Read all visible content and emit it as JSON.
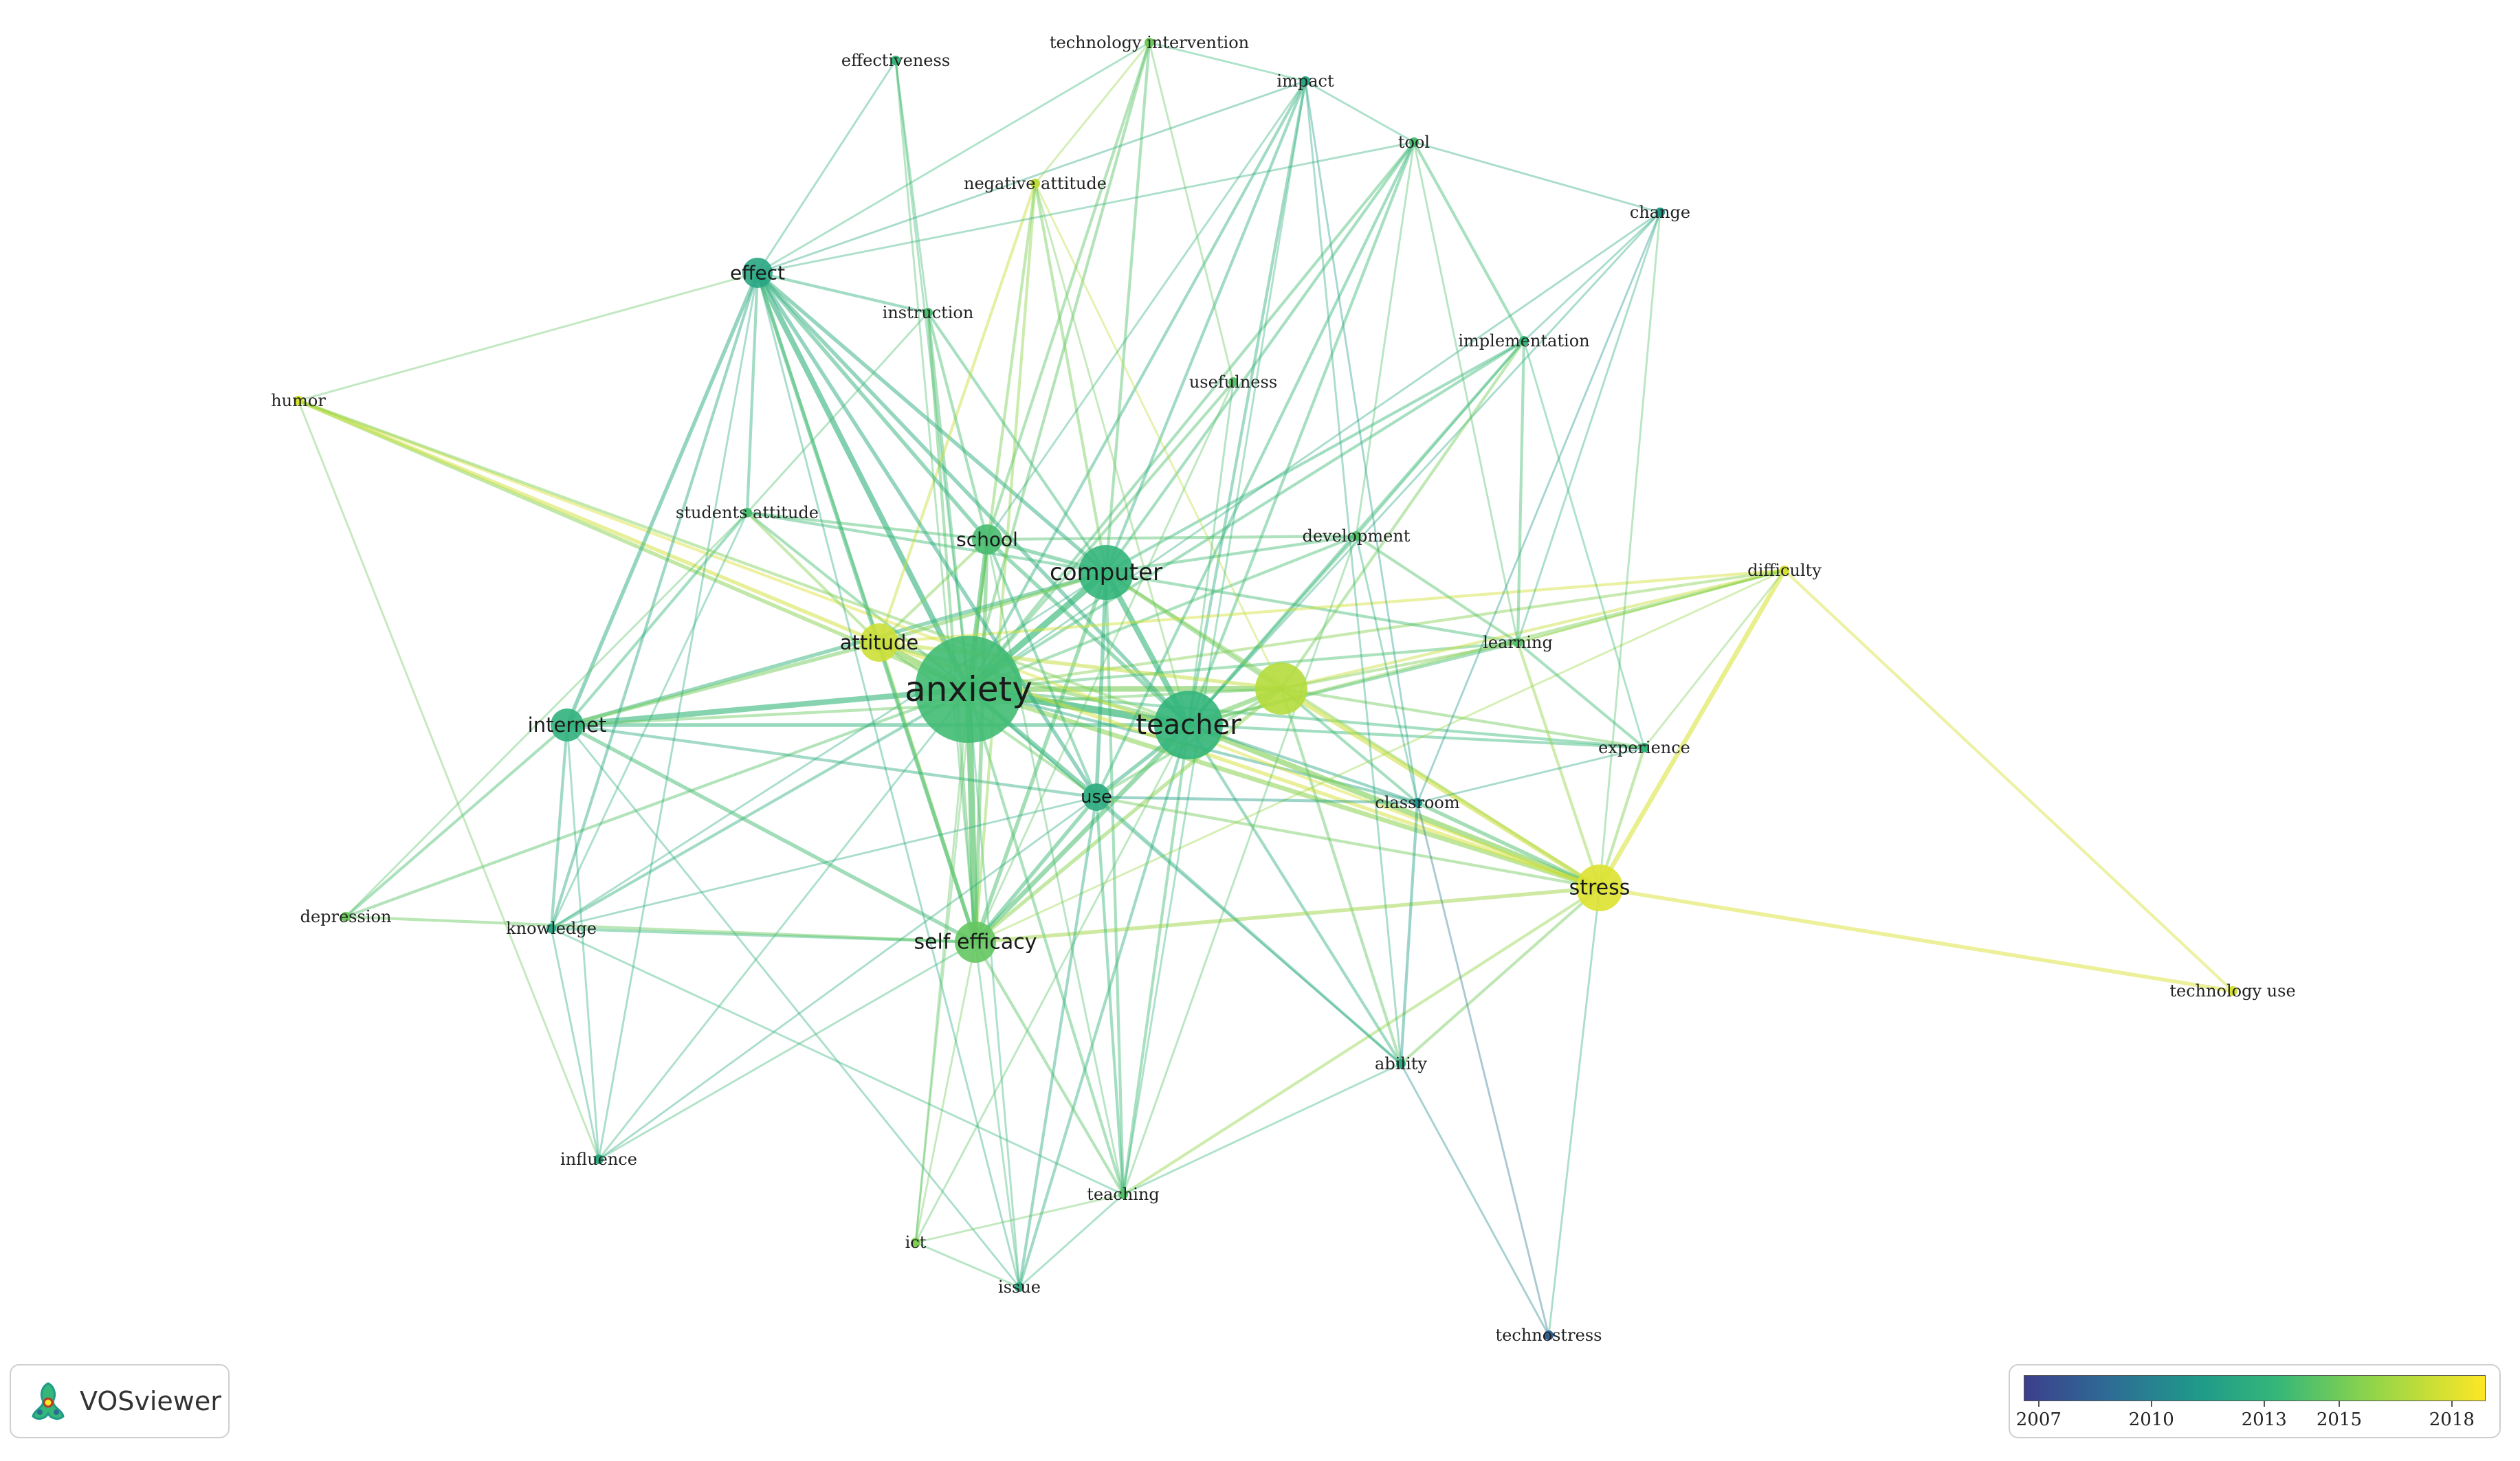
{
  "app": {
    "name": "VOSviewer",
    "logo_icon": "vosviewer-logo-icon"
  },
  "nodes": [
    {
      "id": "technology intervention",
      "label": "technology intervention",
      "year": 2015.6,
      "weight": 1
    },
    {
      "id": "effectiveness",
      "label": "effectiveness",
      "year": 2014.0,
      "weight": 1
    },
    {
      "id": "impact",
      "label": "impact",
      "year": 2012.5,
      "weight": 1
    },
    {
      "id": "tool",
      "label": "tool",
      "year": 2014.5,
      "weight": 1
    },
    {
      "id": "negative attitude",
      "label": "negative attitude",
      "year": 2017.5,
      "weight": 1
    },
    {
      "id": "change",
      "label": "change",
      "year": 2011.5,
      "weight": 1
    },
    {
      "id": "effect",
      "label": "effect",
      "year": 2012.5,
      "weight": 3
    },
    {
      "id": "instruction",
      "label": "instruction",
      "year": 2014.5,
      "weight": 1
    },
    {
      "id": "implementation",
      "label": "implementation",
      "year": 2014.0,
      "weight": 1
    },
    {
      "id": "humor",
      "label": "humor",
      "year": 2018.0,
      "weight": 1
    },
    {
      "id": "usefulness",
      "label": "usefulness",
      "year": 2015.0,
      "weight": 1
    },
    {
      "id": "students attitude",
      "label": "students attitude",
      "year": 2014.5,
      "weight": 1
    },
    {
      "id": "school",
      "label": "school",
      "year": 2014.5,
      "weight": 3
    },
    {
      "id": "computer",
      "label": "computer",
      "year": 2013.8,
      "weight": 6
    },
    {
      "id": "development",
      "label": "development",
      "year": 2014.8,
      "weight": 1
    },
    {
      "id": "difficulty",
      "label": "difficulty",
      "year": 2018.0,
      "weight": 1
    },
    {
      "id": "attitude",
      "label": "attitude",
      "year": 2017.8,
      "weight": 4
    },
    {
      "id": "anxiety",
      "label": "anxiety",
      "year": 2014.3,
      "weight": 22
    },
    {
      "id": "teacher",
      "label": "teacher",
      "year": 2013.8,
      "weight": 10
    },
    {
      "id": "unlabeled-yellow",
      "label": "",
      "year": 2017.3,
      "weight": 7
    },
    {
      "id": "learning",
      "label": "learning",
      "year": 2014.8,
      "weight": 1
    },
    {
      "id": "internet",
      "label": "internet",
      "year": 2013.5,
      "weight": 3
    },
    {
      "id": "experience",
      "label": "experience",
      "year": 2013.8,
      "weight": 1
    },
    {
      "id": "use",
      "label": "use",
      "year": 2013.0,
      "weight": 3
    },
    {
      "id": "classroom",
      "label": "classroom",
      "year": 2011.0,
      "weight": 1
    },
    {
      "id": "stress",
      "label": "stress",
      "year": 2018.2,
      "weight": 6
    },
    {
      "id": "depression",
      "label": "depression",
      "year": 2015.5,
      "weight": 1
    },
    {
      "id": "knowledge",
      "label": "knowledge",
      "year": 2012.5,
      "weight": 1
    },
    {
      "id": "self efficacy",
      "label": "self efficacy",
      "year": 2015.3,
      "weight": 6
    },
    {
      "id": "technology use",
      "label": "technology use",
      "year": 2018.0,
      "weight": 1
    },
    {
      "id": "ability",
      "label": "ability",
      "year": 2013.0,
      "weight": 1
    },
    {
      "id": "influence",
      "label": "influence",
      "year": 2013.0,
      "weight": 1
    },
    {
      "id": "teaching",
      "label": "teaching",
      "year": 2014.8,
      "weight": 1
    },
    {
      "id": "ict",
      "label": "ict",
      "year": 2016.0,
      "weight": 1
    },
    {
      "id": "issue",
      "label": "issue",
      "year": 2013.0,
      "weight": 1
    },
    {
      "id": "technostress",
      "label": "technostress",
      "year": 2008.5,
      "weight": 1
    }
  ],
  "edges": [
    [
      "anxiety",
      "computer",
      6
    ],
    [
      "anxiety",
      "teacher",
      7
    ],
    [
      "anxiety",
      "attitude",
      5
    ],
    [
      "anxiety",
      "internet",
      5
    ],
    [
      "anxiety",
      "self efficacy",
      6
    ],
    [
      "anxiety",
      "use",
      4
    ],
    [
      "anxiety",
      "school",
      4
    ],
    [
      "anxiety",
      "effect",
      5
    ],
    [
      "anxiety",
      "stress",
      4
    ],
    [
      "anxiety",
      "unlabeled-yellow",
      5
    ],
    [
      "anxiety",
      "humor",
      3
    ],
    [
      "anxiety",
      "students attitude",
      2
    ],
    [
      "anxiety",
      "instruction",
      2
    ],
    [
      "anxiety",
      "development",
      2
    ],
    [
      "anxiety",
      "learning",
      2
    ],
    [
      "anxiety",
      "classroom",
      2
    ],
    [
      "anxiety",
      "knowledge",
      2
    ],
    [
      "anxiety",
      "depression",
      2
    ],
    [
      "anxiety",
      "teaching",
      2
    ],
    [
      "anxiety",
      "ict",
      1
    ],
    [
      "anxiety",
      "issue",
      1
    ],
    [
      "anxiety",
      "influence",
      1
    ],
    [
      "anxiety",
      "tool",
      2
    ],
    [
      "anxiety",
      "impact",
      2
    ],
    [
      "anxiety",
      "technology intervention",
      2
    ],
    [
      "anxiety",
      "negative attitude",
      2
    ],
    [
      "anxiety",
      "effectiveness",
      1
    ],
    [
      "anxiety",
      "usefulness",
      2
    ],
    [
      "anxiety",
      "implementation",
      2
    ],
    [
      "anxiety",
      "difficulty",
      2
    ],
    [
      "anxiety",
      "experience",
      2
    ],
    [
      "anxiety",
      "ability",
      1
    ],
    [
      "anxiety",
      "change",
      1
    ],
    [
      "teacher",
      "computer",
      5
    ],
    [
      "teacher",
      "stress",
      5
    ],
    [
      "teacher",
      "unlabeled-yellow",
      4
    ],
    [
      "teacher",
      "use",
      3
    ],
    [
      "teacher",
      "self efficacy",
      4
    ],
    [
      "teacher",
      "internet",
      3
    ],
    [
      "teacher",
      "attitude",
      3
    ],
    [
      "teacher",
      "learning",
      2
    ],
    [
      "teacher",
      "classroom",
      2
    ],
    [
      "teacher",
      "experience",
      2
    ],
    [
      "teacher",
      "difficulty",
      2
    ],
    [
      "teacher",
      "effect",
      3
    ],
    [
      "teacher",
      "school",
      3
    ],
    [
      "teacher",
      "development",
      2
    ],
    [
      "teacher",
      "teaching",
      2
    ],
    [
      "teacher",
      "ability",
      2
    ],
    [
      "teacher",
      "issue",
      2
    ],
    [
      "teacher",
      "tool",
      2
    ],
    [
      "teacher",
      "impact",
      2
    ],
    [
      "teacher",
      "implementation",
      2
    ],
    [
      "teacher",
      "change",
      1
    ],
    [
      "teacher",
      "ict",
      1
    ],
    [
      "computer",
      "internet",
      3
    ],
    [
      "computer",
      "attitude",
      3
    ],
    [
      "computer",
      "self efficacy",
      3
    ],
    [
      "computer",
      "use",
      3
    ],
    [
      "computer",
      "effect",
      3
    ],
    [
      "computer",
      "school",
      3
    ],
    [
      "computer",
      "unlabeled-yellow",
      3
    ],
    [
      "computer",
      "stress",
      2
    ],
    [
      "computer",
      "learning",
      2
    ],
    [
      "computer",
      "instruction",
      2
    ],
    [
      "computer",
      "students attitude",
      2
    ],
    [
      "computer",
      "tool",
      2
    ],
    [
      "computer",
      "impact",
      2
    ],
    [
      "computer",
      "technology intervention",
      2
    ],
    [
      "computer",
      "negative attitude",
      2
    ],
    [
      "computer",
      "implementation",
      2
    ],
    [
      "computer",
      "development",
      2
    ],
    [
      "computer",
      "knowledge",
      1
    ],
    [
      "computer",
      "teaching",
      2
    ],
    [
      "unlabeled-yellow",
      "stress",
      4
    ],
    [
      "unlabeled-yellow",
      "attitude",
      3
    ],
    [
      "unlabeled-yellow",
      "self efficacy",
      3
    ],
    [
      "unlabeled-yellow",
      "difficulty",
      2
    ],
    [
      "unlabeled-yellow",
      "learning",
      2
    ],
    [
      "unlabeled-yellow",
      "classroom",
      2
    ],
    [
      "unlabeled-yellow",
      "use",
      2
    ],
    [
      "unlabeled-yellow",
      "experience",
      2
    ],
    [
      "unlabeled-yellow",
      "internet",
      2
    ],
    [
      "unlabeled-yellow",
      "ability",
      2
    ],
    [
      "unlabeled-yellow",
      "negative attitude",
      1
    ],
    [
      "unlabeled-yellow",
      "implementation",
      2
    ],
    [
      "stress",
      "difficulty",
      4
    ],
    [
      "stress",
      "technology use",
      3
    ],
    [
      "stress",
      "classroom",
      3
    ],
    [
      "stress",
      "self efficacy",
      3
    ],
    [
      "stress",
      "experience",
      2
    ],
    [
      "stress",
      "attitude",
      3
    ],
    [
      "stress",
      "learning",
      2
    ],
    [
      "stress",
      "ability",
      2
    ],
    [
      "stress",
      "teaching",
      2
    ],
    [
      "stress",
      "technostress",
      1
    ],
    [
      "stress",
      "use",
      2
    ],
    [
      "stress",
      "humor",
      2
    ],
    [
      "difficulty",
      "technology use",
      2
    ],
    [
      "difficulty",
      "attitude",
      2
    ],
    [
      "difficulty",
      "self efficacy",
      1
    ],
    [
      "difficulty",
      "learning",
      1
    ],
    [
      "attitude",
      "humor",
      3
    ],
    [
      "attitude",
      "self efficacy",
      3
    ],
    [
      "attitude",
      "internet",
      3
    ],
    [
      "attitude",
      "school",
      2
    ],
    [
      "attitude",
      "use",
      2
    ],
    [
      "attitude",
      "negative attitude",
      2
    ],
    [
      "attitude",
      "effect",
      2
    ],
    [
      "attitude",
      "students attitude",
      2
    ],
    [
      "internet",
      "effect",
      3
    ],
    [
      "internet",
      "use",
      2
    ],
    [
      "internet",
      "self efficacy",
      3
    ],
    [
      "internet",
      "knowledge",
      2
    ],
    [
      "internet",
      "depression",
      2
    ],
    [
      "internet",
      "influence",
      1
    ],
    [
      "internet",
      "students attitude",
      2
    ],
    [
      "internet",
      "issue",
      1
    ],
    [
      "self efficacy",
      "use",
      3
    ],
    [
      "self efficacy",
      "effect",
      3
    ],
    [
      "self efficacy",
      "school",
      3
    ],
    [
      "self efficacy",
      "teaching",
      2
    ],
    [
      "self efficacy",
      "ict",
      1
    ],
    [
      "self efficacy",
      "issue",
      1
    ],
    [
      "self efficacy",
      "influence",
      1
    ],
    [
      "self efficacy",
      "knowledge",
      2
    ],
    [
      "self efficacy",
      "depression",
      2
    ],
    [
      "self efficacy",
      "instruction",
      2
    ],
    [
      "self efficacy",
      "negative attitude",
      2
    ],
    [
      "use",
      "effect",
      3
    ],
    [
      "use",
      "classroom",
      2
    ],
    [
      "use",
      "teaching",
      2
    ],
    [
      "use",
      "issue",
      2
    ],
    [
      "use",
      "ability",
      2
    ],
    [
      "use",
      "school",
      2
    ],
    [
      "use",
      "tool",
      2
    ],
    [
      "use",
      "knowledge",
      1
    ],
    [
      "use",
      "influence",
      1
    ],
    [
      "effect",
      "school",
      3
    ],
    [
      "effect",
      "instruction",
      2
    ],
    [
      "effect",
      "students attitude",
      2
    ],
    [
      "effect",
      "humor",
      1
    ],
    [
      "effect",
      "effectiveness",
      1
    ],
    [
      "effect",
      "technology intervention",
      1
    ],
    [
      "effect",
      "impact",
      1
    ],
    [
      "effect",
      "tool",
      1
    ],
    [
      "effect",
      "knowledge",
      2
    ],
    [
      "effect",
      "influence",
      1
    ],
    [
      "effect",
      "issue",
      1
    ],
    [
      "school",
      "instruction",
      2
    ],
    [
      "school",
      "students attitude",
      2
    ],
    [
      "school",
      "development",
      2
    ],
    [
      "school",
      "impact",
      1
    ],
    [
      "school",
      "technology intervention",
      2
    ],
    [
      "school",
      "ict",
      1
    ],
    [
      "school",
      "teaching",
      1
    ],
    [
      "tool",
      "impact",
      1
    ],
    [
      "tool",
      "change",
      1
    ],
    [
      "tool",
      "implementation",
      2
    ],
    [
      "tool",
      "learning",
      1
    ],
    [
      "tool",
      "development",
      1
    ],
    [
      "impact",
      "technology intervention",
      1
    ],
    [
      "impact",
      "classroom",
      1
    ],
    [
      "impact",
      "ability",
      1
    ],
    [
      "impact",
      "teaching",
      1
    ],
    [
      "change",
      "implementation",
      1
    ],
    [
      "change",
      "stress",
      1
    ],
    [
      "change",
      "classroom",
      1
    ],
    [
      "change",
      "learning",
      1
    ],
    [
      "implementation",
      "learning",
      2
    ],
    [
      "implementation",
      "development",
      1
    ],
    [
      "implementation",
      "experience",
      1
    ],
    [
      "development",
      "learning",
      2
    ],
    [
      "development",
      "classroom",
      1
    ],
    [
      "development",
      "teaching",
      1
    ],
    [
      "classroom",
      "ability",
      2
    ],
    [
      "classroom",
      "technostress",
      1
    ],
    [
      "classroom",
      "experience",
      1
    ],
    [
      "learning",
      "experience",
      2
    ],
    [
      "learning",
      "difficulty",
      1
    ],
    [
      "experience",
      "difficulty",
      1
    ],
    [
      "students attitude",
      "instruction",
      1
    ],
    [
      "students attitude",
      "knowledge",
      1
    ],
    [
      "students attitude",
      "depression",
      1
    ],
    [
      "humor",
      "teacher",
      2
    ],
    [
      "humor",
      "influence",
      1
    ],
    [
      "knowledge",
      "influence",
      1
    ],
    [
      "knowledge",
      "teaching",
      1
    ],
    [
      "teaching",
      "ability",
      1
    ],
    [
      "teaching",
      "issue",
      1
    ],
    [
      "ict",
      "teaching",
      1
    ],
    [
      "issue",
      "ict",
      1
    ],
    [
      "ability",
      "technostress",
      1
    ],
    [
      "technology intervention",
      "negative attitude",
      1
    ],
    [
      "technology intervention",
      "usefulness",
      1
    ],
    [
      "effectiveness",
      "instruction",
      1
    ],
    [
      "effectiveness",
      "self efficacy",
      1
    ],
    [
      "usefulness",
      "self efficacy",
      1
    ],
    [
      "usefulness",
      "teacher",
      1
    ],
    [
      "negative attitude",
      "teacher",
      1
    ]
  ],
  "legend": {
    "colors": [
      "#3c3f8c",
      "#2e6b95",
      "#1f9a8a",
      "#35b779",
      "#8fd44a",
      "#fde725"
    ],
    "min_year": 2006.6,
    "max_year": 2018.9,
    "ticks": [
      "2007",
      "2010",
      "2013",
      "2015",
      "2018"
    ]
  }
}
